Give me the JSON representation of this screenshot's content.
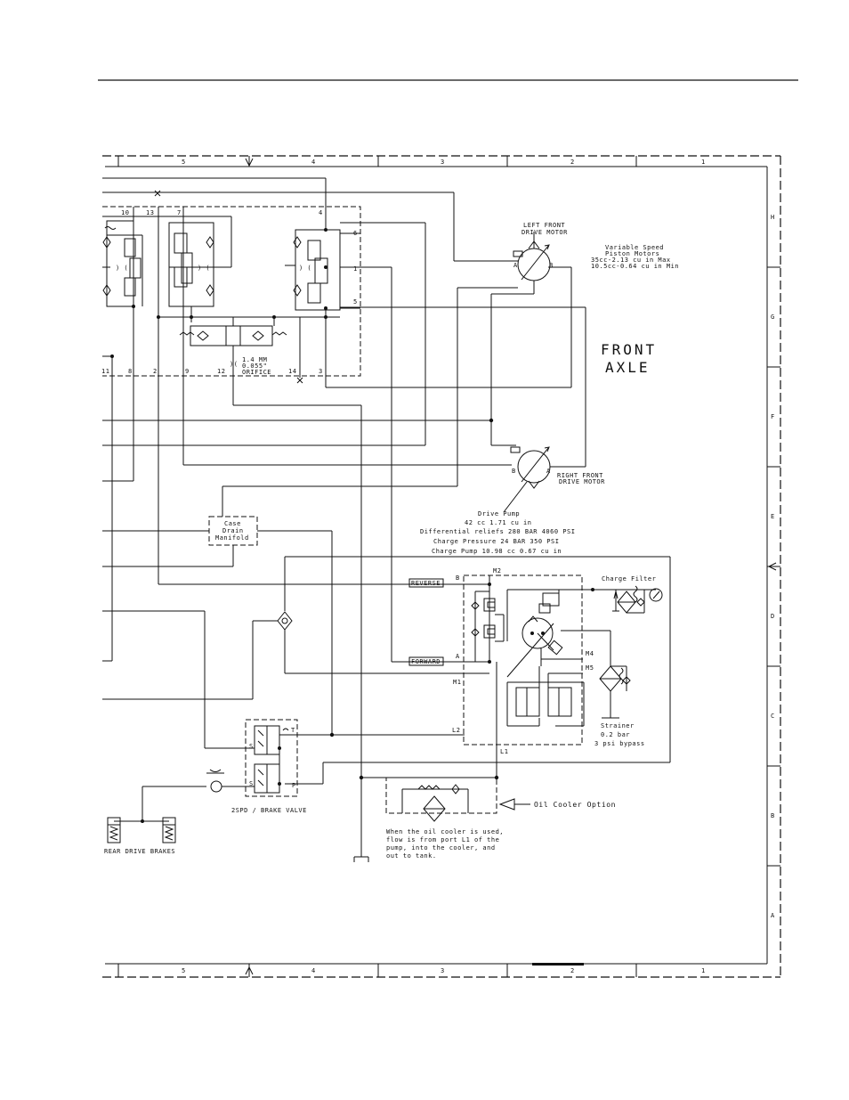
{
  "border": {
    "columns": [
      "5",
      "4",
      "3",
      "2",
      "1"
    ],
    "rows": [
      "H",
      "G",
      "F",
      "E",
      "D",
      "C",
      "B",
      "A"
    ]
  },
  "manifold_ports_top": [
    "10",
    "13",
    "7",
    "4",
    "6",
    "1",
    "5"
  ],
  "manifold_ports_bottom": [
    "11",
    "8",
    "2",
    "9",
    "12",
    "14",
    "3"
  ],
  "orifice_label": [
    "1.4 MM",
    "0.055\"",
    "ORIFICE"
  ],
  "left_front_motor": {
    "label": [
      "LEFT FRONT",
      "DRIVE MOTOR"
    ],
    "port_a": "A",
    "port_b": "B"
  },
  "right_front_motor": {
    "label": [
      "RIGHT FRONT",
      "DRIVE MOTOR"
    ],
    "port_a": "A",
    "port_b": "B"
  },
  "motor_spec": [
    "Variable Speed",
    "Piston Motors",
    "35cc-2.13 cu in  Max",
    "10.5cc-0.64 cu in Min"
  ],
  "front_axle": [
    "FRONT",
    "AXLE"
  ],
  "drive_pump_spec": [
    "Drive Pump",
    "42 cc  1.71 cu in",
    "Differential reliefs 280 BAR 4060 PSI",
    "Charge Pressure 24 BAR 350 PSI",
    "Charge Pump 10.98 cc 0.67 cu in"
  ],
  "case_drain": [
    "Case",
    "Drain",
    "Manifold"
  ],
  "pump_ports": {
    "reverse": "REVERSE",
    "forward": "FORWARD",
    "b": "B",
    "a": "A",
    "m1": "M1",
    "m2": "M2",
    "m4": "M4",
    "m5": "M5",
    "l1": "L1",
    "l2": "L2"
  },
  "charge_filter": "Charge Filter",
  "strainer": [
    "Strainer",
    "0.2 bar",
    "3 psi bypass"
  ],
  "brake_valve": {
    "label": "2SPD / BRAKE VALVE",
    "t": "T",
    "p": "P"
  },
  "rear_brakes": "REAR DRIVE BRAKES",
  "oil_cooler_option": "Oil Cooler Option",
  "oil_cooler_note": [
    "When the oil cooler is used,",
    "flow is from port L1 of the",
    "pump, into the cooler, and",
    "out to tank."
  ]
}
